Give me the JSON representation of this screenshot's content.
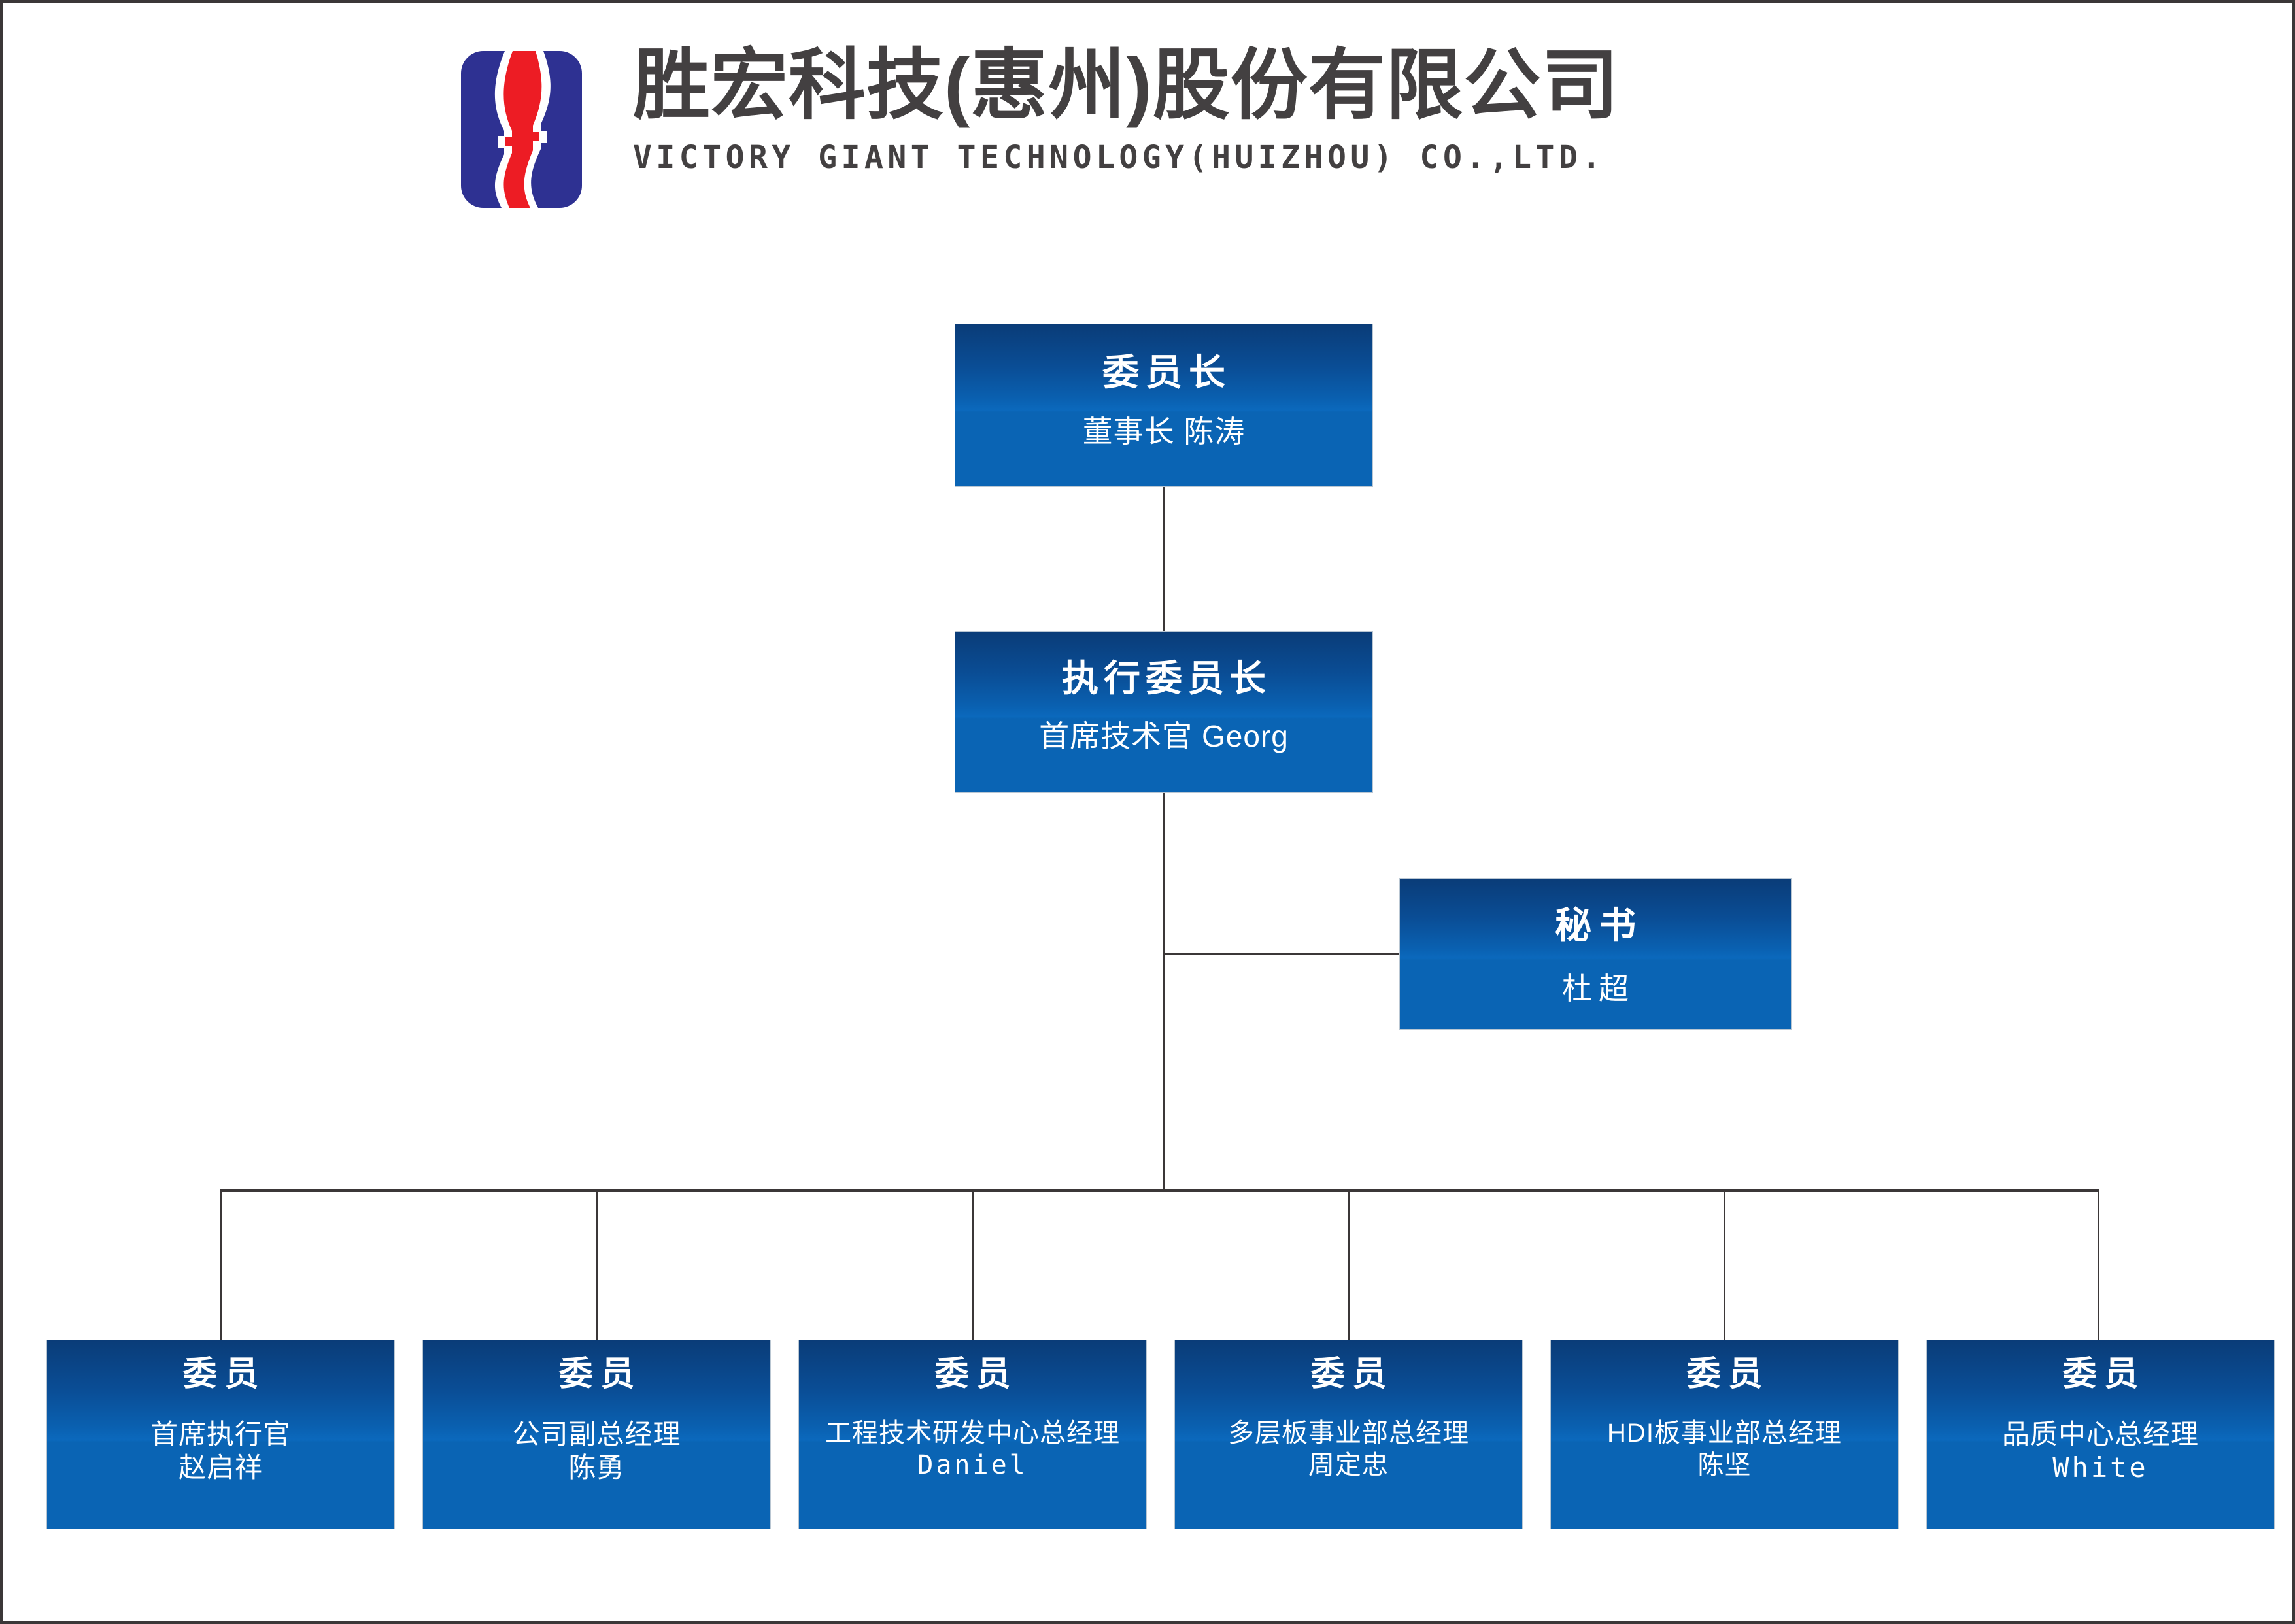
{
  "header": {
    "logo_icon": "victory-giant-s-logo",
    "company_name_cn": "胜宏科技(惠州)股份有限公司",
    "company_name_en": "VICTORY GIANT TECHNOLOGY(HUIZHOU) CO.,LTD.",
    "logo_colors": {
      "plate_blue": "#2e3192",
      "wave_red": "#ed1c24"
    }
  },
  "colors": {
    "node_top": "#0a3c78",
    "node_mid": "#0b69bd",
    "node_bottom": "#0a64b4",
    "connector": "#3b3738",
    "text_dark": "#434041",
    "node_text": "#ffffff",
    "page_border": "#3b3738"
  },
  "chart": {
    "type": "org-chart",
    "nodes": {
      "chairman": {
        "title": "委员长",
        "subtitle": "董事长 陈涛"
      },
      "executive": {
        "title": "执行委员长",
        "subtitle": "首席技术官 Georg"
      },
      "secretary": {
        "title": "秘书",
        "subtitle": "杜超"
      }
    },
    "members": [
      {
        "title": "委员",
        "role": "首席执行官",
        "name": "赵启祥"
      },
      {
        "title": "委员",
        "role": "公司副总经理",
        "name": "陈勇"
      },
      {
        "title": "委员",
        "role": "工程技术研发中心总经理",
        "name": "Daniel"
      },
      {
        "title": "委员",
        "role": "多层板事业部总经理",
        "name": "周定忠"
      },
      {
        "title": "委员",
        "role": "HDI板事业部总经理",
        "name": "陈坚"
      },
      {
        "title": "委员",
        "role": "品质中心总经理",
        "name": "White"
      }
    ],
    "edges": [
      {
        "from": "chairman",
        "to": "executive"
      },
      {
        "from": "executive",
        "to": "secretary"
      },
      {
        "from": "executive",
        "to": "members"
      }
    ]
  }
}
